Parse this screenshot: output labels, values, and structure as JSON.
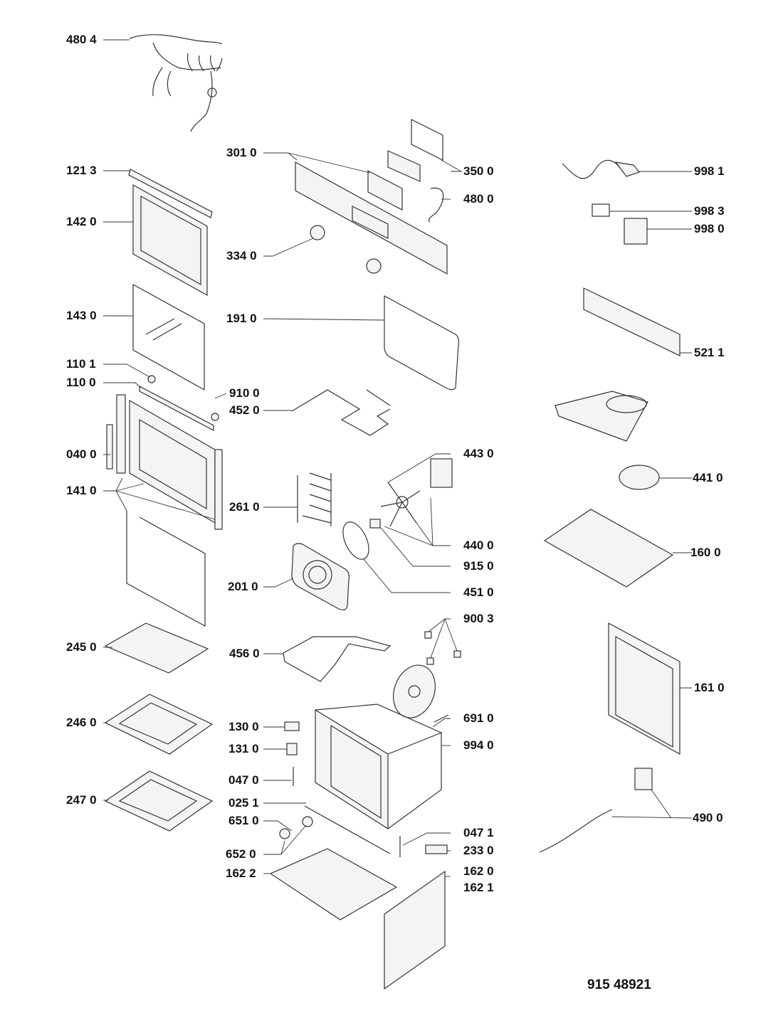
{
  "diagram": {
    "type": "exploded-parts-diagram",
    "document_number": "915 48921",
    "labels": [
      {
        "id": "480-4",
        "text": "480 4"
      },
      {
        "id": "121-3",
        "text": "121 3"
      },
      {
        "id": "142-0",
        "text": "142 0"
      },
      {
        "id": "143-0",
        "text": "143 0"
      },
      {
        "id": "110-1",
        "text": "110 1"
      },
      {
        "id": "110-0",
        "text": "110 0"
      },
      {
        "id": "040-0",
        "text": "040 0"
      },
      {
        "id": "141-0",
        "text": "141 0"
      },
      {
        "id": "245-0",
        "text": "245 0"
      },
      {
        "id": "246-0",
        "text": "246 0"
      },
      {
        "id": "247-0",
        "text": "247 0"
      },
      {
        "id": "301-0",
        "text": "301 0"
      },
      {
        "id": "334-0",
        "text": "334 0"
      },
      {
        "id": "191-0",
        "text": "191 0"
      },
      {
        "id": "910-0",
        "text": "910 0"
      },
      {
        "id": "452-0",
        "text": "452 0"
      },
      {
        "id": "261-0",
        "text": "261 0"
      },
      {
        "id": "201-0",
        "text": "201 0"
      },
      {
        "id": "456-0",
        "text": "456 0"
      },
      {
        "id": "130-0",
        "text": "130 0"
      },
      {
        "id": "131-0",
        "text": "131 0"
      },
      {
        "id": "047-0",
        "text": "047 0"
      },
      {
        "id": "025-1",
        "text": "025 1"
      },
      {
        "id": "651-0",
        "text": "651 0"
      },
      {
        "id": "652-0",
        "text": "652 0"
      },
      {
        "id": "162-2",
        "text": "162 2"
      },
      {
        "id": "350-0",
        "text": "350 0"
      },
      {
        "id": "480-0",
        "text": "480 0"
      },
      {
        "id": "443-0",
        "text": "443 0"
      },
      {
        "id": "440-0",
        "text": "440 0"
      },
      {
        "id": "915-0",
        "text": "915 0"
      },
      {
        "id": "451-0",
        "text": "451 0"
      },
      {
        "id": "900-3",
        "text": "900 3"
      },
      {
        "id": "691-0",
        "text": "691 0"
      },
      {
        "id": "994-0",
        "text": "994 0"
      },
      {
        "id": "047-1",
        "text": "047 1"
      },
      {
        "id": "233-0",
        "text": "233 0"
      },
      {
        "id": "162-0",
        "text": "162 0"
      },
      {
        "id": "162-1",
        "text": "162 1"
      },
      {
        "id": "998-1",
        "text": "998 1"
      },
      {
        "id": "998-3",
        "text": "998 3"
      },
      {
        "id": "998-0",
        "text": "998 0"
      },
      {
        "id": "521-1",
        "text": "521 1"
      },
      {
        "id": "441-0",
        "text": "441 0"
      },
      {
        "id": "160-0",
        "text": "160 0"
      },
      {
        "id": "161-0",
        "text": "161 0"
      },
      {
        "id": "490-0",
        "text": "490 0"
      }
    ]
  }
}
